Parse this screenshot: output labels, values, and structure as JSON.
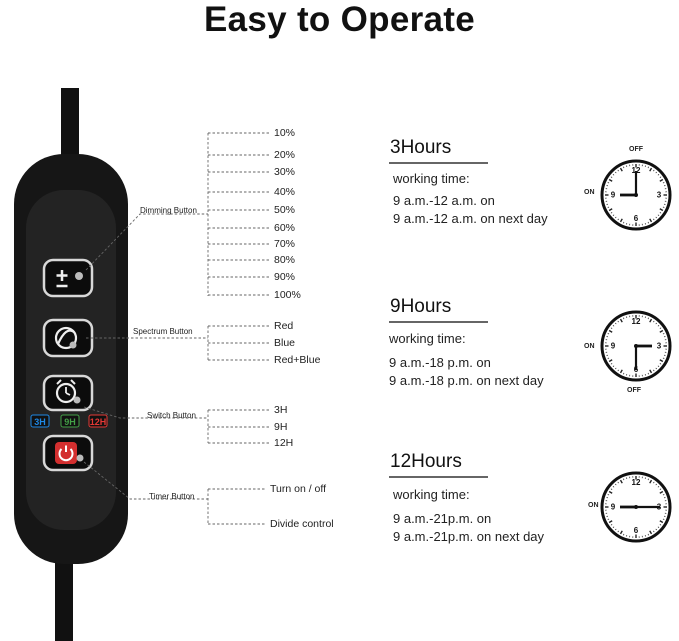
{
  "title": "Easy to Operate",
  "buttons": [
    {
      "label": "Dimming Button",
      "options": [
        "10%",
        "20%",
        "30%",
        "40%",
        "50%",
        "60%",
        "70%",
        "80%",
        "90%",
        "100%"
      ]
    },
    {
      "label": "Spectrum Button",
      "options": [
        "Red",
        "Blue",
        "Red+Blue"
      ]
    },
    {
      "label": "Switch Button",
      "options": [
        "3H",
        "9H",
        "12H"
      ]
    },
    {
      "label": "Timer Button",
      "options": [
        "Turn on / off",
        "Divide control"
      ]
    }
  ],
  "indicators": [
    {
      "text": "3H",
      "color": "#1e88e5"
    },
    {
      "text": "9H",
      "color": "#43a047"
    },
    {
      "text": "12H",
      "color": "#e53935"
    }
  ],
  "accent": "#d32f2f",
  "timers": [
    {
      "hours": "3Hours",
      "working_label": "working time:",
      "lines": [
        "9 a.m.-12 a.m. on",
        "9 a.m.-12 a.m. on next day"
      ]
    },
    {
      "hours": "9Hours",
      "working_label": "working time:",
      "lines": [
        "9 a.m.-18 p.m. on",
        "9 a.m.-18 p.m. on next day"
      ]
    },
    {
      "hours": "12Hours",
      "working_label": "working time:",
      "lines": [
        "9 a.m.-21p.m. on",
        "9 a.m.-21p.m. on next day"
      ]
    }
  ],
  "clock_labels": {
    "on": "ON",
    "off": "OFF"
  },
  "clock_numbers": [
    "12",
    "3",
    "6",
    "9"
  ]
}
